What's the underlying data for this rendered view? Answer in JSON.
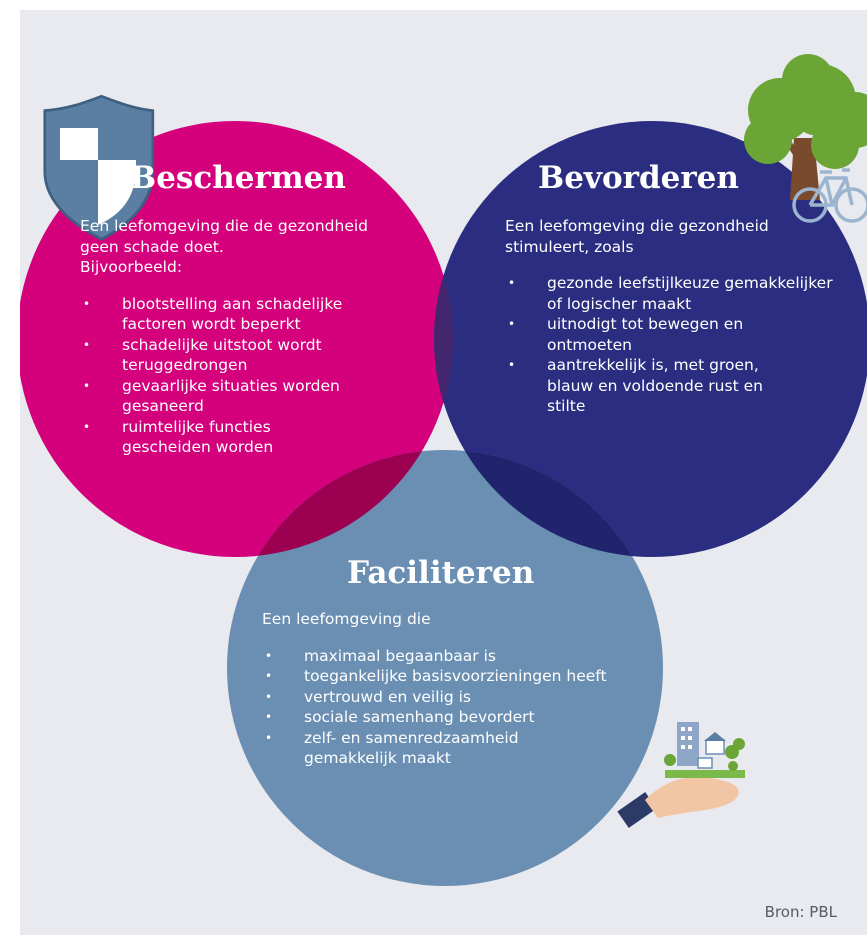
{
  "circles": {
    "beschermen": {
      "title": "Beschermen",
      "intro": [
        "Een leefomgeving die de gezondheid",
        "geen schade doet.",
        "Bijvoorbeeld:"
      ],
      "items": [
        "blootstelling aan schadelijke factoren wordt beperkt",
        "schadelijke uitstoot wordt teruggedrongen",
        "gevaarlijke situaties worden gesaneerd",
        "ruimtelijke functies gescheiden worden"
      ],
      "color": "#d4007c",
      "icon": "shield-icon"
    },
    "bevorderen": {
      "title": "Bevorderen",
      "intro": [
        "Een leefomgeving die gezondheid",
        "stimuleert, zoals"
      ],
      "items": [
        "gezonde leefstijlkeuze gemakkelijker of logischer maakt",
        "uitnodigt tot bewegen en ontmoeten",
        "aantrekkelijk is, met groen, blauw en voldoende rust en stilte"
      ],
      "color": "#2b2e80",
      "icon": "tree-bicycle-icon"
    },
    "faciliteren": {
      "title": "Faciliteren",
      "intro": [
        "Een leefomgeving die"
      ],
      "items": [
        "maximaal begaanbaar is",
        "toegankelijke basisvoorzieningen heeft",
        "vertrouwd en veilig is",
        "sociale samenhang bevordert",
        "zelf- en samenredzaamheid gemakkelijk maakt"
      ],
      "color": "#6a8fb2",
      "icon": "hand-city-icon"
    }
  },
  "source": "Bron: PBL"
}
